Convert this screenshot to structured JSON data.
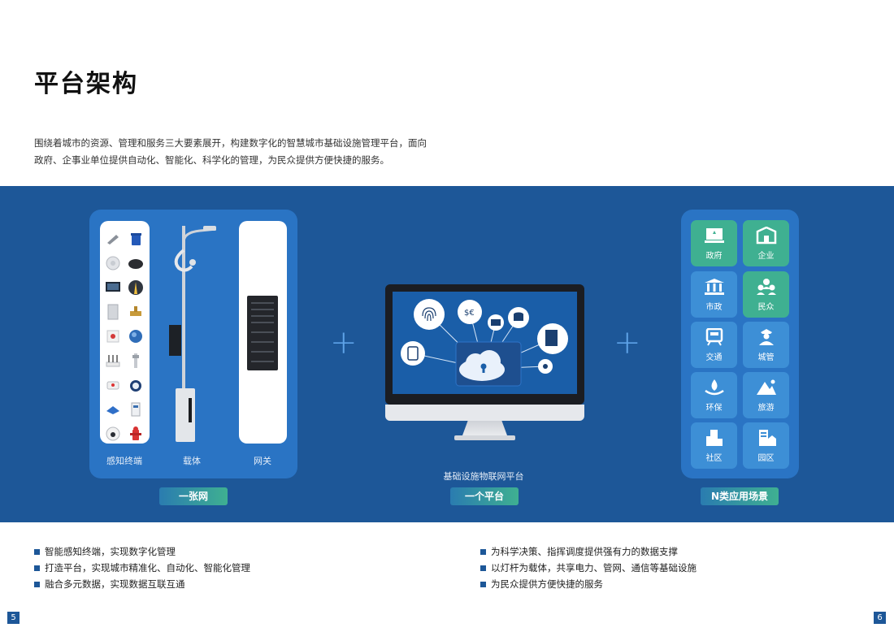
{
  "header": {
    "title": "平台架构",
    "intro_line1": "围绕着城市的资源、管理和服务三大要素展开，构建数字化的智慧城市基础设施管理平台，面向",
    "intro_line2": "政府、企事业单位提供自动化、智能化、科学化的管理，为民众提供方便快捷的服务。"
  },
  "left_panel": {
    "labels": [
      "感知终端",
      "载体",
      "网关"
    ],
    "pill": "一张网"
  },
  "middle": {
    "label": "基础设施物联网平台",
    "pill": "一个平台"
  },
  "right_panel": {
    "tiles": [
      {
        "label": "政府",
        "icon": "government-icon",
        "color": "green"
      },
      {
        "label": "企业",
        "icon": "enterprise-icon",
        "color": "green"
      },
      {
        "label": "市政",
        "icon": "municipal-icon",
        "color": "blue"
      },
      {
        "label": "民众",
        "icon": "people-icon",
        "color": "green"
      },
      {
        "label": "交通",
        "icon": "traffic-icon",
        "color": "blue"
      },
      {
        "label": "城管",
        "icon": "urban-management-icon",
        "color": "blue"
      },
      {
        "label": "环保",
        "icon": "environment-icon",
        "color": "blue"
      },
      {
        "label": "旅游",
        "icon": "tourism-icon",
        "color": "blue"
      },
      {
        "label": "社区",
        "icon": "community-icon",
        "color": "blue"
      },
      {
        "label": "园区",
        "icon": "park-icon",
        "color": "blue"
      }
    ],
    "pill": "N类应用场景"
  },
  "bullets_left": [
    "智能感知终端，实现数字化管理",
    "打造平台，实现城市精准化、自动化、智能化管理",
    "融合多元数据，实现数据互联互通"
  ],
  "bullets_right": [
    "为科学决策、指挥调度提供强有力的数据支撑",
    "以灯杆为载体，共享电力、管网、通信等基础设施",
    "为民众提供方便快捷的服务"
  ],
  "pages": {
    "left": "5",
    "right": "6"
  },
  "colors": {
    "band": "#1d5798",
    "panel": "#2a74c4",
    "tile_green": "#3fb091",
    "tile_blue": "#3d8fd6"
  }
}
